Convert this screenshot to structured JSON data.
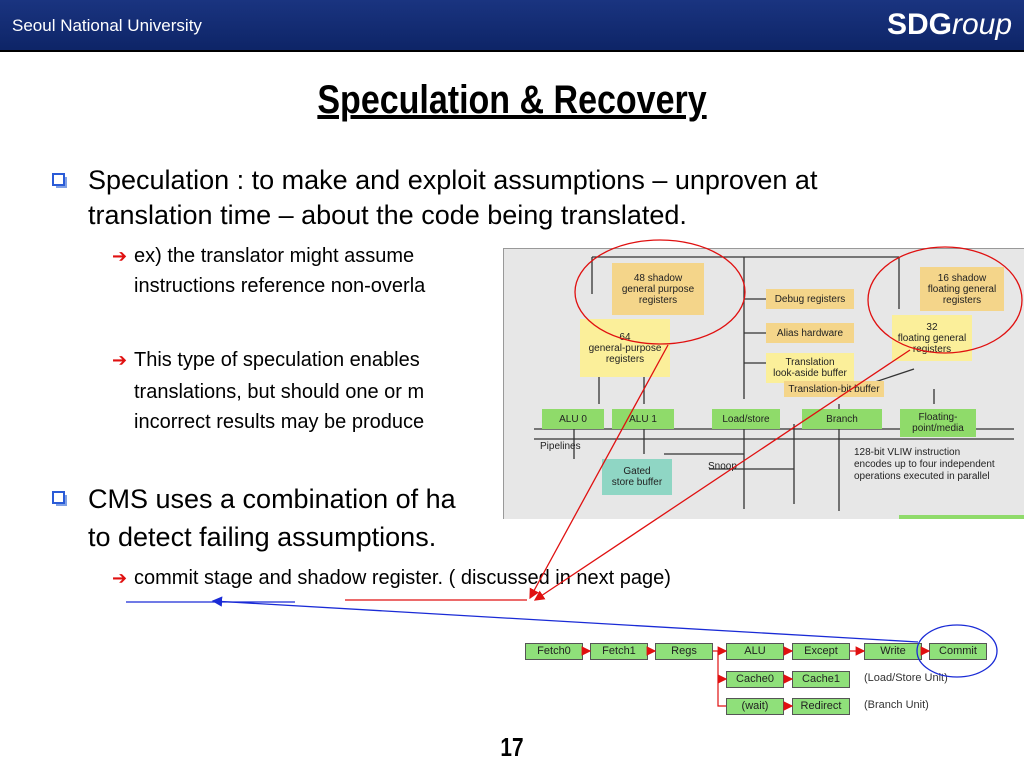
{
  "header": {
    "university": "Seoul National University",
    "brand_bold": "SDG",
    "brand_italic": "roup"
  },
  "title": "Speculation & Recovery",
  "bullets": {
    "b1_line1": "Speculation : to make and exploit assumptions – unproven at",
    "b1_line2": "translation time – about the code being translated.",
    "s1_line1": "ex) the translator might assume",
    "s1_line2": "instructions reference non-overla",
    "s2_line1": "This type of speculation enables",
    "s2_line2": "translations, but should one or m",
    "s2_line3": "incorrect results may be produce",
    "b2_line1": "CMS uses a combination of ha",
    "b2_line2": "to detect failing assumptions.",
    "s3_line1": "commit stage and shadow register. ( discussed in next page)"
  },
  "diagram": {
    "shadow_gpr": "48 shadow\ngeneral purpose\nregisters",
    "gpr": "64\ngeneral-purpose\nregisters",
    "debug": "Debug registers",
    "alias": "Alias hardware",
    "tlb": "Translation\nlook-aside buffer",
    "tbb": "Translation-bit buffer",
    "shadow_fp": "16 shadow\nfloating general\nregisters",
    "fpr": "32\nfloating general\nregisters",
    "alu0": "ALU 0",
    "alu1": "ALU 1",
    "loadstore": "Load/store",
    "branch": "Branch",
    "fpmedia": "Floating-\npoint/media",
    "pipelines": "Pipelines",
    "gated": "Gated\nstore buffer",
    "snoop": "Snoop",
    "vliw_note": "128-bit VLIW instruction\nencodes up to four independent\noperations executed in parallel"
  },
  "pipeline": {
    "stages": [
      "Fetch0",
      "Fetch1",
      "Regs",
      "ALU",
      "Except",
      "Write",
      "Commit"
    ],
    "row2": [
      "Cache0",
      "Cache1"
    ],
    "row3": [
      "(wait)",
      "Redirect"
    ],
    "row2_label": "(Load/Store Unit)",
    "row3_label": "(Branch Unit)"
  },
  "colors": {
    "header_bg": "#0d2466",
    "bullet_box": "#2a5bd7",
    "arrow_red": "#e01010",
    "annotation_blue": "#1a2bd6"
  },
  "page_number": "17"
}
